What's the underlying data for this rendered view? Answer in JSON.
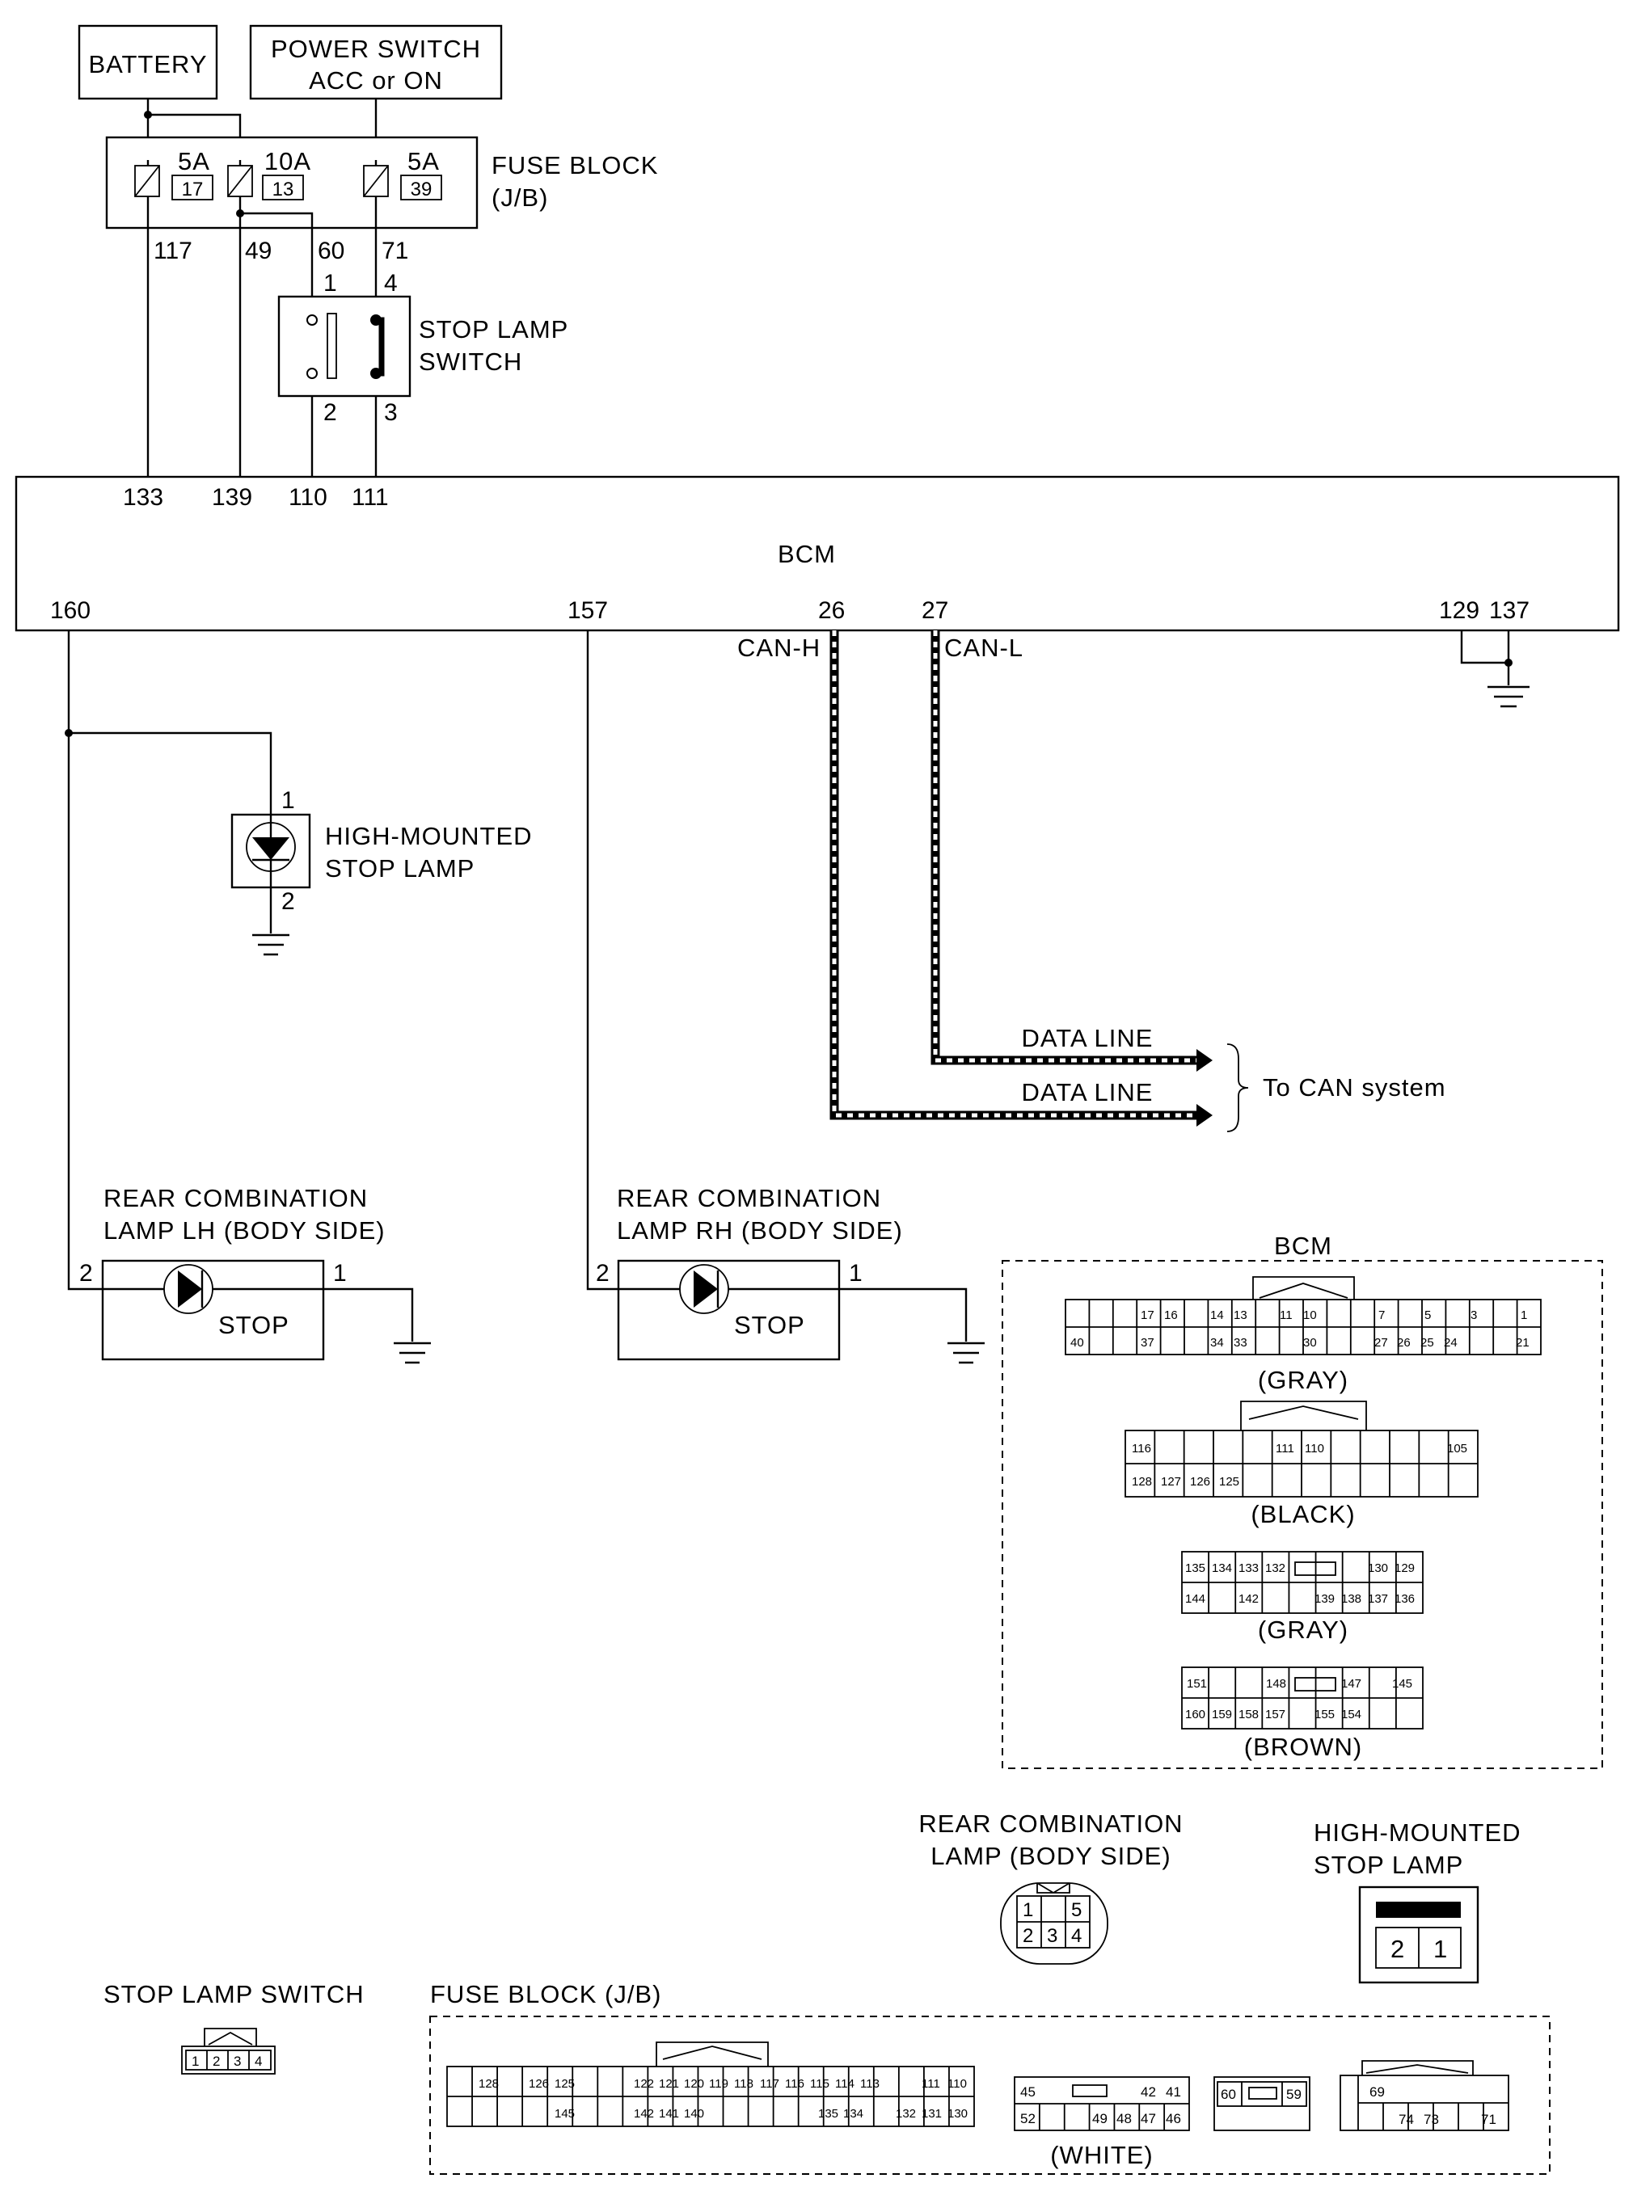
{
  "labels": {
    "battery": "BATTERY",
    "power_switch_1": "POWER SWITCH",
    "power_switch_2": "ACC or ON",
    "fuse_block_1": "FUSE BLOCK",
    "fuse_block_2": "(J/B)",
    "stop_lamp_switch_1": "STOP LAMP",
    "stop_lamp_switch_2": "SWITCH",
    "bcm": "BCM",
    "can_h": "CAN-H",
    "can_l": "CAN-L",
    "high_mounted_1": "HIGH-MOUNTED",
    "high_mounted_2": "STOP LAMP",
    "data_line_1": "DATA LINE",
    "data_line_2": "DATA LINE",
    "to_can": "To CAN system",
    "rear_lh_1": "REAR COMBINATION",
    "rear_lh_2": "LAMP LH (BODY SIDE)",
    "rear_rh_1": "REAR COMBINATION",
    "rear_rh_2": "LAMP RH (BODY SIDE)",
    "stop_lh": "STOP",
    "stop_rh": "STOP"
  },
  "fuses": {
    "f1_amp": "5A",
    "f1_num": "17",
    "f2_amp": "10A",
    "f2_num": "13",
    "f3_amp": "5A",
    "f3_num": "39"
  },
  "pins": {
    "p117": "117",
    "p49": "49",
    "p60": "60",
    "p71": "71",
    "sw1": "1",
    "sw4": "4",
    "sw2": "2",
    "sw3": "3",
    "b133": "133",
    "b139": "139",
    "b110": "110",
    "b111": "111",
    "b160": "160",
    "b157": "157",
    "b26": "26",
    "b27": "27",
    "b129": "129",
    "b137": "137",
    "hm1": "1",
    "hm2": "2",
    "lh2": "2",
    "lh1": "1",
    "rh2": "2",
    "rh1": "1"
  },
  "connectors": {
    "bcm_title": "BCM",
    "gray1": "(GRAY)",
    "black": "(BLACK)",
    "gray2": "(GRAY)",
    "brown": "(BROWN)",
    "rear_comb_1": "REAR COMBINATION",
    "rear_comb_2": "LAMP (BODY SIDE)",
    "high_mount_1": "HIGH-MOUNTED",
    "high_mount_2": "STOP LAMP",
    "stop_switch": "STOP LAMP SWITCH",
    "fuse_block": "FUSE BLOCK (J/B)",
    "white": "(WHITE)",
    "c1_top": [
      "17",
      "16",
      "14",
      "13",
      "11",
      "10",
      "7",
      "5",
      "3",
      "1"
    ],
    "c1_bot": [
      "40",
      "37",
      "34",
      "33",
      "30",
      "27",
      "26",
      "25",
      "24",
      "21"
    ],
    "c2_top": [
      "116",
      "111",
      "110",
      "105"
    ],
    "c2_bot": [
      "128",
      "127",
      "126",
      "125"
    ],
    "c3_top": [
      "135",
      "134",
      "133",
      "132",
      "130",
      "129"
    ],
    "c3_bot": [
      "144",
      "142",
      "139",
      "138",
      "137",
      "136"
    ],
    "c4_top": [
      "151",
      "148",
      "147",
      "145"
    ],
    "c4_bot": [
      "160",
      "159",
      "158",
      "157",
      "155",
      "154"
    ],
    "rc_pins": [
      "1",
      "5",
      "2",
      "3",
      "4"
    ],
    "hm_pins": [
      "2",
      "1"
    ],
    "sls_pins": [
      "1",
      "2",
      "3",
      "4"
    ],
    "fb1_top": [
      "128",
      "126",
      "125",
      "122",
      "121",
      "120",
      "119",
      "118",
      "117",
      "116",
      "115",
      "114",
      "113",
      "111",
      "110"
    ],
    "fb1_bot": [
      "145",
      "142",
      "141",
      "140",
      "135",
      "134",
      "132",
      "131",
      "130"
    ],
    "fb2_top": [
      "45",
      "42",
      "41"
    ],
    "fb2_bot": [
      "52",
      "49",
      "48",
      "47",
      "46"
    ],
    "fb3": [
      "60",
      "59"
    ],
    "fb4_top": [
      "69"
    ],
    "fb4_bot": [
      "74",
      "73",
      "71"
    ]
  }
}
